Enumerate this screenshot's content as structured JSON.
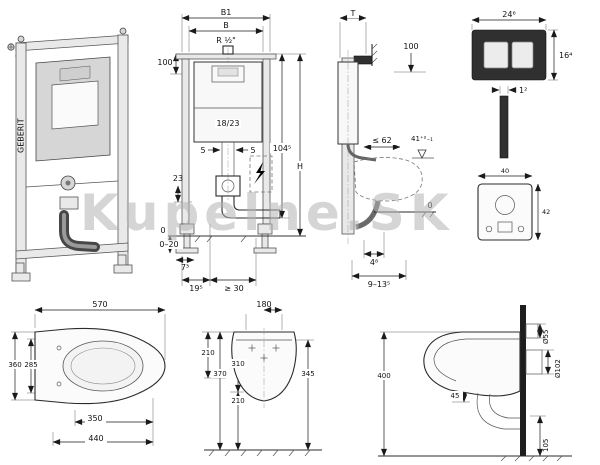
{
  "watermark": "Kupelne.SK",
  "frame_view": {
    "brand": "GEBERIT"
  },
  "front_view": {
    "b1": "B1",
    "b": "B",
    "thread": "R ½\"",
    "offset_100": "100",
    "tank": "18/23",
    "five_l": "5",
    "five_r": "5",
    "h_1045": "104⁵",
    "h_total": "H",
    "d23": "23",
    "zero": "0",
    "floor_range": "0–20",
    "d73": "7³",
    "d195": "19⁵",
    "d30": "≥ 30"
  },
  "side_view": {
    "t": "T",
    "offset_100": "100",
    "depth": "≤ 62",
    "d41": "41⁺²₋₁",
    "zero": "0",
    "d48": "4⁸",
    "d9135": "9–13⁵"
  },
  "plate_view": {
    "w": "24⁶",
    "h": "16⁴",
    "t": "1²",
    "box_w": "40",
    "box_h": "42"
  },
  "wc_top": {
    "length": "570",
    "width": "360",
    "inner": "285",
    "d350": "350",
    "d440": "440"
  },
  "wc_front": {
    "d180": "180",
    "d210a": "210",
    "d370": "370",
    "d310": "310",
    "d210b": "210",
    "d345": "345"
  },
  "wc_side": {
    "d400": "400",
    "d45": "45",
    "d105": "105",
    "dia55": "Ø55",
    "dia102": "Ø102"
  }
}
